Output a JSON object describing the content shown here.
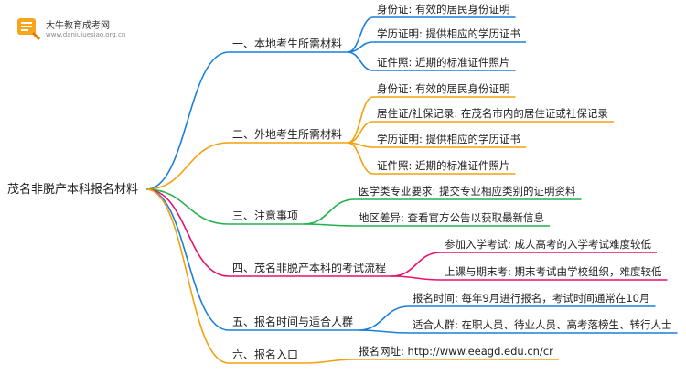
{
  "brand": {
    "name": "大牛教育成考网",
    "url": "www.daniuiuesiao.org.cn"
  },
  "root": {
    "label": "茂名非脱产本科报名材料"
  },
  "branches": [
    {
      "label": "一、本地考生所需材料",
      "color": "#1a7fdc",
      "leaves": [
        "身份证: 有效的居民身份证明",
        "学历证明: 提供相应的学历证书",
        "证件照: 近期的标准证件照片"
      ]
    },
    {
      "label": "二、外地考生所需材料",
      "color": "#f2a20c",
      "leaves": [
        "身份证: 有效的居民身份证明",
        "居住证/社保记录: 在茂名市内的居住证或社保记录",
        "学历证明: 提供相应的学历证书",
        "证件照: 近期的标准证件照片"
      ]
    },
    {
      "label": "三、注意事项",
      "color": "#22b24c",
      "leaves": [
        "医学类专业要求: 提交专业相应类别的证明资料",
        "地区差异: 查看官方公告以获取最新信息"
      ]
    },
    {
      "label": "四、茂名非脱产本科的考试流程",
      "color": "#e8106a",
      "leaves": [
        "参加入学考试: 成人高考的入学考试难度较低",
        "上课与期末考: 期末考试由学校组织，难度较低"
      ]
    },
    {
      "label": "五、报名时间与适合人群",
      "color": "#1a7fdc",
      "leaves": [
        "报名时间: 每年9月进行报名，考试时间通常在10月",
        "适合人群: 在职人员、待业人员、高考落榜生、转行人士"
      ]
    },
    {
      "label": "六、报名入口",
      "color": "#f2a20c",
      "leaves": [
        "报名网址: http://www.eeagd.edu.cn/cr"
      ]
    }
  ]
}
